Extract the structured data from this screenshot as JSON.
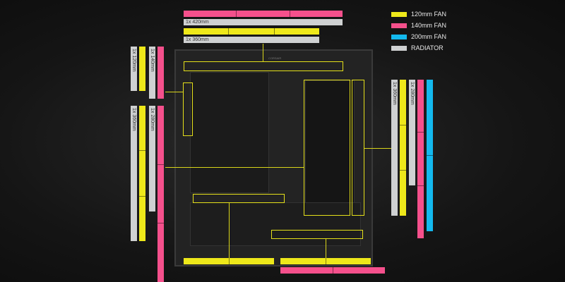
{
  "legend": [
    {
      "label": "120mm FAN",
      "color": "#eee81a"
    },
    {
      "label": "140mm FAN",
      "color": "#f5508c"
    },
    {
      "label": "200mm FAN",
      "color": "#13b9ee"
    },
    {
      "label": "RADIATOR",
      "color": "#cfd1d2"
    }
  ],
  "top": {
    "radiator_420": "1x 420mm",
    "radiator_360": "1x 360mm"
  },
  "left": {
    "radiator_120": "1x 120mm",
    "radiator_140": "1x 140mm",
    "radiator_360": "1x 360mm",
    "radiator_280": "1x 280mm"
  },
  "right": {
    "radiator_360": "1x 360mm",
    "radiator_280": "1x 280mm"
  },
  "case_brand": "CORSAIR"
}
